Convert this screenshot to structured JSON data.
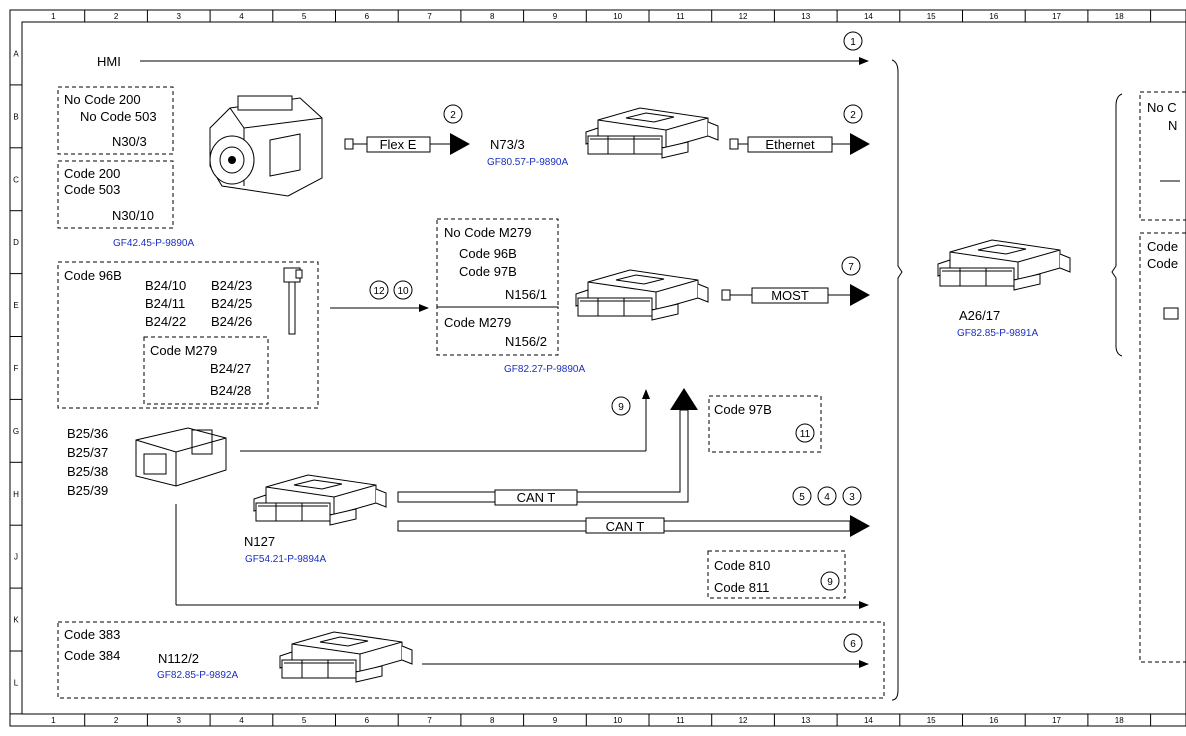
{
  "ruler": {
    "columns": [
      "1",
      "2",
      "3",
      "4",
      "5",
      "6",
      "7",
      "8",
      "9",
      "10",
      "11",
      "12",
      "13",
      "14",
      "15",
      "16",
      "17",
      "18"
    ],
    "rows": [
      "A",
      "B",
      "C",
      "D",
      "E",
      "F",
      "G",
      "H",
      "J",
      "K",
      "L"
    ]
  },
  "labels": {
    "hmi": "HMI",
    "nocode200": "No Code 200",
    "nocode503": "No Code 503",
    "n30_3": "N30/3",
    "code200": "Code 200",
    "code503": "Code 503",
    "n30_10": "N30/10",
    "n73_3": "N73/3",
    "code96b": "Code 96B",
    "b24_10": "B24/10",
    "b24_23": "B24/23",
    "b24_11": "B24/11",
    "b24_25": "B24/25",
    "b24_22": "B24/22",
    "b24_26": "B24/26",
    "codem279": "Code M279",
    "b24_27": "B24/27",
    "b24_28": "B24/28",
    "nocodem279": "No Code M279",
    "code96b_2": "Code 96B",
    "code97b": "Code 97B",
    "n156_1": "N156/1",
    "codem279_2": "Code M279",
    "n156_2": "N156/2",
    "a26_17": "A26/17",
    "b25_36": "B25/36",
    "b25_37": "B25/37",
    "b25_38": "B25/38",
    "b25_39": "B25/39",
    "code97b_box": "Code 97B",
    "n127": "N127",
    "code810": "Code 810",
    "code811": "Code 811",
    "code383": "Code 383",
    "code384": "Code 384",
    "n112_2": "N112/2",
    "right_nocode": "No C",
    "right_n": "N",
    "right_code1": "Code",
    "right_code2": "Code"
  },
  "refs": {
    "gf42": "GF42.45-P-9890A",
    "gf80": "GF80.57-P-9890A",
    "gf82_27": "GF82.27-P-9890A",
    "gf82_85_a": "GF82.85-P-9891A",
    "gf54": "GF54.21-P-9894A",
    "gf82_85_b": "GF82.85-P-9892A"
  },
  "buses": {
    "flexe": "Flex E",
    "ethernet": "Ethernet",
    "most": "MOST",
    "cant1": "CAN T",
    "cant2": "CAN T"
  },
  "circles": {
    "c1": "1",
    "c2a": "2",
    "c2b": "2",
    "c7": "7",
    "c12": "12",
    "c10": "10",
    "c9a": "9",
    "c11": "11",
    "c5": "5",
    "c4": "4",
    "c3": "3",
    "c9b": "9",
    "c6": "6"
  }
}
